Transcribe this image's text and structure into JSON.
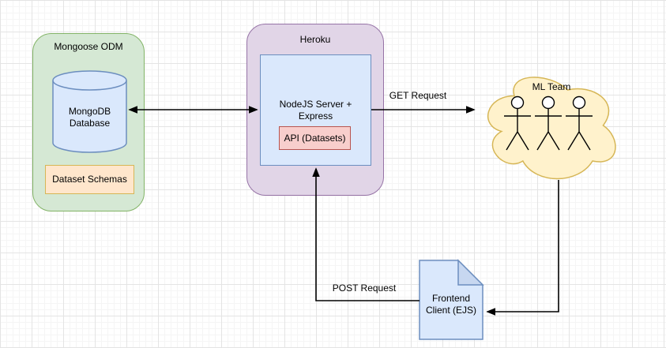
{
  "colors": {
    "canvas_background": "#ffffff",
    "grid_minor": "#f5f5f5",
    "grid_major": "#e4e4e4",
    "green_fill": "#d5e8d4",
    "green_stroke": "#82b366",
    "blue_fill": "#dae8fc",
    "blue_stroke": "#6c8ebf",
    "purple_fill": "#e1d5e7",
    "purple_stroke": "#9673a6",
    "red_fill": "#f8cecc",
    "red_stroke": "#b85450",
    "cloud_fill": "#fff2cc",
    "cloud_stroke": "#d6b656",
    "schema_fill": "#ffe6cc",
    "schema_stroke": "#d6b656",
    "note_fill": "#dae8fc",
    "note_fold_fill": "#c7d7f0",
    "note_stroke": "#6c8ebf",
    "arrow_color": "#000000"
  },
  "groups": {
    "mongoose": {
      "title": "Mongoose ODM"
    },
    "heroku": {
      "title": "Heroku"
    }
  },
  "nodes": {
    "mongodb": {
      "label": "MongoDB Database",
      "shape": "cylinder"
    },
    "dataset_schemas": {
      "label": "Dataset Schemas",
      "shape": "rectangle"
    },
    "nodejs_server": {
      "label": "NodeJS Server + Express",
      "shape": "rectangle"
    },
    "api": {
      "label": "API (Datasets)",
      "shape": "rectangle"
    },
    "ml_team": {
      "label": "ML Team",
      "shape": "cloud",
      "member_figures": 3
    },
    "frontend": {
      "label": "Frontend Client (EJS)",
      "shape": "note"
    }
  },
  "edges": {
    "db_server": {
      "label": "",
      "from": "MongoDB Database",
      "to": "NodeJS Server + Express",
      "style": "double-arrow"
    },
    "get_request": {
      "label": "GET Request",
      "from": "NodeJS Server + Express",
      "to": "ML Team"
    },
    "cloud_to_frontend": {
      "label": "",
      "from": "ML Team",
      "to": "Frontend Client (EJS)"
    },
    "post_request": {
      "label": "POST Request",
      "from": "Frontend Client (EJS)",
      "to": "NodeJS Server + Express"
    }
  }
}
